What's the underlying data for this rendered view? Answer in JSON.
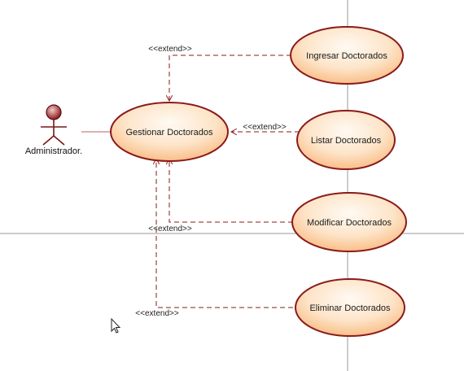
{
  "diagram": {
    "actor": {
      "name": "Administrador."
    },
    "use_cases": {
      "main": "Gestionar Doctorados",
      "ingresar": "Ingresar Doctorados",
      "listar": "Listar Doctorados",
      "modificar": "Modificar Doctorados",
      "eliminar": "Eliminar Doctorados"
    },
    "relations": {
      "ingresar": "<<extend>>",
      "listar": "<<extend>>",
      "modificar": "<<extend>>",
      "eliminar": "<<extend>>"
    }
  },
  "colors": {
    "stroke": "#8b1a1a",
    "fill_light": "#fffaf3",
    "fill_dark": "#f9b77c",
    "guide_line": "#9a9a9a"
  }
}
